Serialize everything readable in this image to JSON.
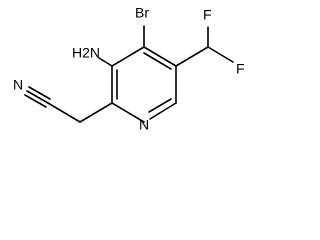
{
  "structure": {
    "atoms": {
      "bromine": "Br",
      "amino": "H2N",
      "fluorine_top": "F",
      "fluorine_bottom": "F",
      "nitrile_nitrogen": "N",
      "ring_nitrogen": "N"
    },
    "colors": {
      "bond": "#000000",
      "label": "#000000",
      "background": "#ffffff"
    }
  }
}
